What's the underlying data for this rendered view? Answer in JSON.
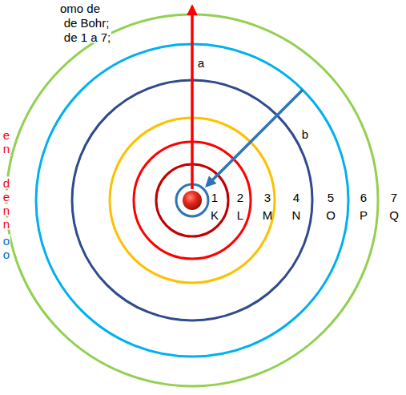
{
  "diagram": {
    "labels": [
      "omo de",
      "de Bohr;",
      "de 1 a 7;",
      "a",
      "b",
      "1",
      "K",
      "2",
      "L",
      "3",
      "M",
      "4",
      "N",
      "5",
      "O",
      "6",
      "P",
      "7",
      "Q",
      "e",
      "n",
      "d",
      "e",
      "n",
      "n",
      "o",
      "o"
    ]
  }
}
